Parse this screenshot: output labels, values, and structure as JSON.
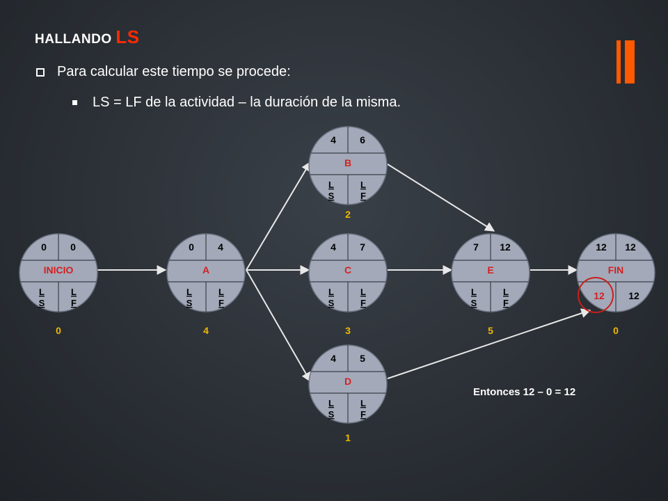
{
  "header": {
    "title_prefix": "HALLANDO ",
    "title_main": "LS",
    "bullet_1": "Para calcular este tiempo se procede:",
    "bullet_2": "LS = LF de la actividad – la duración de la misma."
  },
  "colors": {
    "accent": "#ff5a00",
    "title_highlight": "#ff2a00",
    "node_fill": "#a3a9b9",
    "activity_label": "#d42020",
    "slack_label": "#f0b800",
    "highlight_circle": "#c8201a"
  },
  "nodes": [
    {
      "id": "INICIO",
      "es": "0",
      "ef": "0",
      "ls": "L S",
      "lf": "L F",
      "slack": "0"
    },
    {
      "id": "A",
      "es": "0",
      "ef": "4",
      "ls": "L S",
      "lf": "L F",
      "slack": "4"
    },
    {
      "id": "B",
      "es": "4",
      "ef": "6",
      "ls": "L S",
      "lf": "L F",
      "slack": "2"
    },
    {
      "id": "C",
      "es": "4",
      "ef": "7",
      "ls": "L S",
      "lf": "L F",
      "slack": "3"
    },
    {
      "id": "D",
      "es": "4",
      "ef": "5",
      "ls": "L S",
      "lf": "L F",
      "slack": "1"
    },
    {
      "id": "E",
      "es": "7",
      "ef": "12",
      "ls": "L S",
      "lf": "L F",
      "slack": "5"
    },
    {
      "id": "FIN",
      "es": "12",
      "ef": "12",
      "ls": "12",
      "lf": "12",
      "slack": "0"
    }
  ],
  "edges": [
    [
      "INICIO",
      "A"
    ],
    [
      "A",
      "B"
    ],
    [
      "A",
      "C"
    ],
    [
      "A",
      "D"
    ],
    [
      "B",
      "E"
    ],
    [
      "C",
      "E"
    ],
    [
      "E",
      "FIN"
    ],
    [
      "D",
      "FIN"
    ]
  ],
  "note": "Entonces 12 – 0 = 12"
}
